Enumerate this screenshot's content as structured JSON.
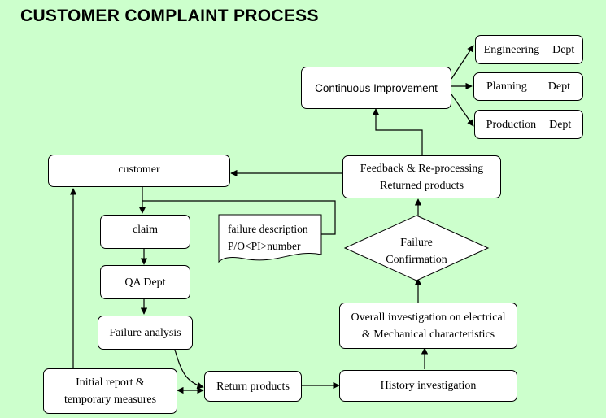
{
  "title": "CUSTOMER COMPLAINT PROCESS",
  "boxes": {
    "customer": "customer",
    "claim": "claim",
    "qa_dept": "QA Dept",
    "failure_analysis": "Failure analysis",
    "initial_report": [
      "Initial report &",
      "temporary measures"
    ],
    "return_products": "Return products",
    "history_investigation": "History investigation",
    "overall_investigation": [
      "Overall investigation on electrical",
      "& Mechanical characteristics"
    ],
    "failure_confirmation": [
      "Failure",
      "Confirmation"
    ],
    "feedback": [
      "Feedback & Re-processing",
      "Returned products"
    ],
    "continuous_improvement": "Continuous Improvement",
    "engineering": [
      "Engineering",
      "Dept"
    ],
    "planning": [
      "Planning",
      "Dept"
    ],
    "production": [
      "Production",
      "Dept"
    ]
  },
  "document": [
    "failure description",
    "P/O<PI>number"
  ]
}
